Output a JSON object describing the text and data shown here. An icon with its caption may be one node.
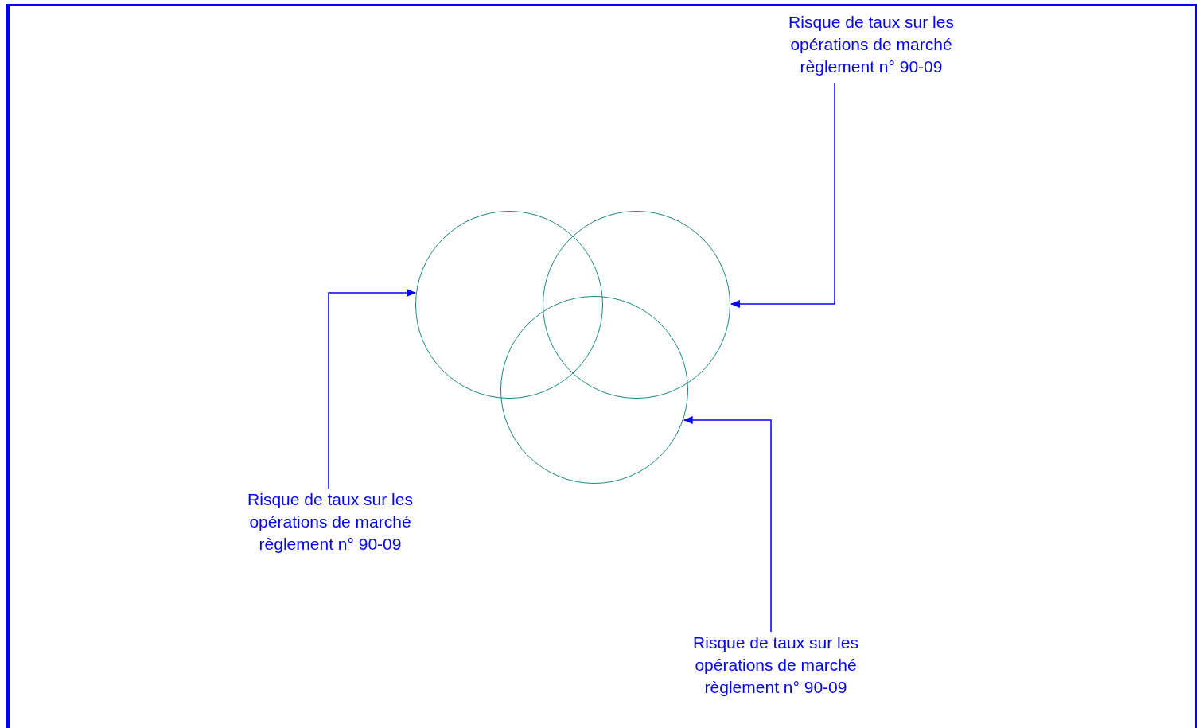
{
  "diagram": {
    "nodes": [
      {
        "text": [
          "Risque de taux sur les opérations de marché règlement n° 90-09"
        ]
      },
      {
        "text": [],
        "shape": "circle"
      },
      {
        "text": [],
        "shape": "circle"
      },
      {
        "text": [],
        "shape": "circle"
      },
      {
        "text": [
          "Risque de taux sur les opérations de marché règlement n° 90-09"
        ]
      },
      {
        "text": [
          "Risque de taux sur les opérations de marché règlement n° 90-09"
        ]
      }
    ],
    "edges": [
      {
        "from": 0,
        "to": 2,
        "arrow": "to"
      },
      {
        "from": 4,
        "to": 1,
        "arrow": "to"
      },
      {
        "from": 5,
        "to": 3,
        "arrow": "to"
      }
    ]
  }
}
